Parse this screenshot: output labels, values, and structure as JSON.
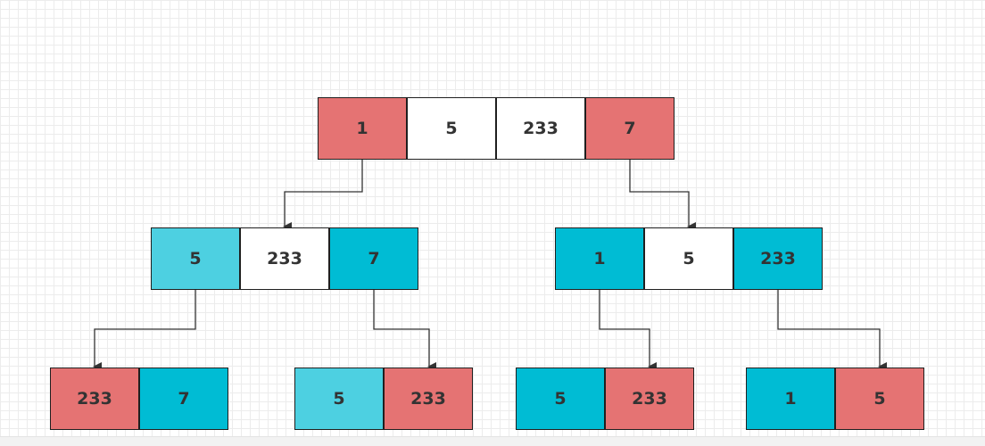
{
  "colors": {
    "red": "#e57373",
    "white": "#ffffff",
    "cyan": "#00bcd4",
    "light_cyan": "#4dd0e1",
    "stroke": "#333333"
  },
  "nodes": {
    "root": [
      {
        "label": "1",
        "color": "red"
      },
      {
        "label": "5",
        "color": "white"
      },
      {
        "label": "233",
        "color": "white"
      },
      {
        "label": "7",
        "color": "red"
      }
    ],
    "left": [
      {
        "label": "5",
        "color": "light_cyan"
      },
      {
        "label": "233",
        "color": "white"
      },
      {
        "label": "7",
        "color": "cyan"
      }
    ],
    "right": [
      {
        "label": "1",
        "color": "cyan"
      },
      {
        "label": "5",
        "color": "white"
      },
      {
        "label": "233",
        "color": "cyan"
      }
    ],
    "leaf1": [
      {
        "label": "233",
        "color": "red"
      },
      {
        "label": "7",
        "color": "cyan"
      }
    ],
    "leaf2": [
      {
        "label": "5",
        "color": "light_cyan"
      },
      {
        "label": "233",
        "color": "red"
      }
    ],
    "leaf3": [
      {
        "label": "5",
        "color": "cyan"
      },
      {
        "label": "233",
        "color": "red"
      }
    ],
    "leaf4": [
      {
        "label": "1",
        "color": "cyan"
      },
      {
        "label": "5",
        "color": "red"
      }
    ]
  }
}
